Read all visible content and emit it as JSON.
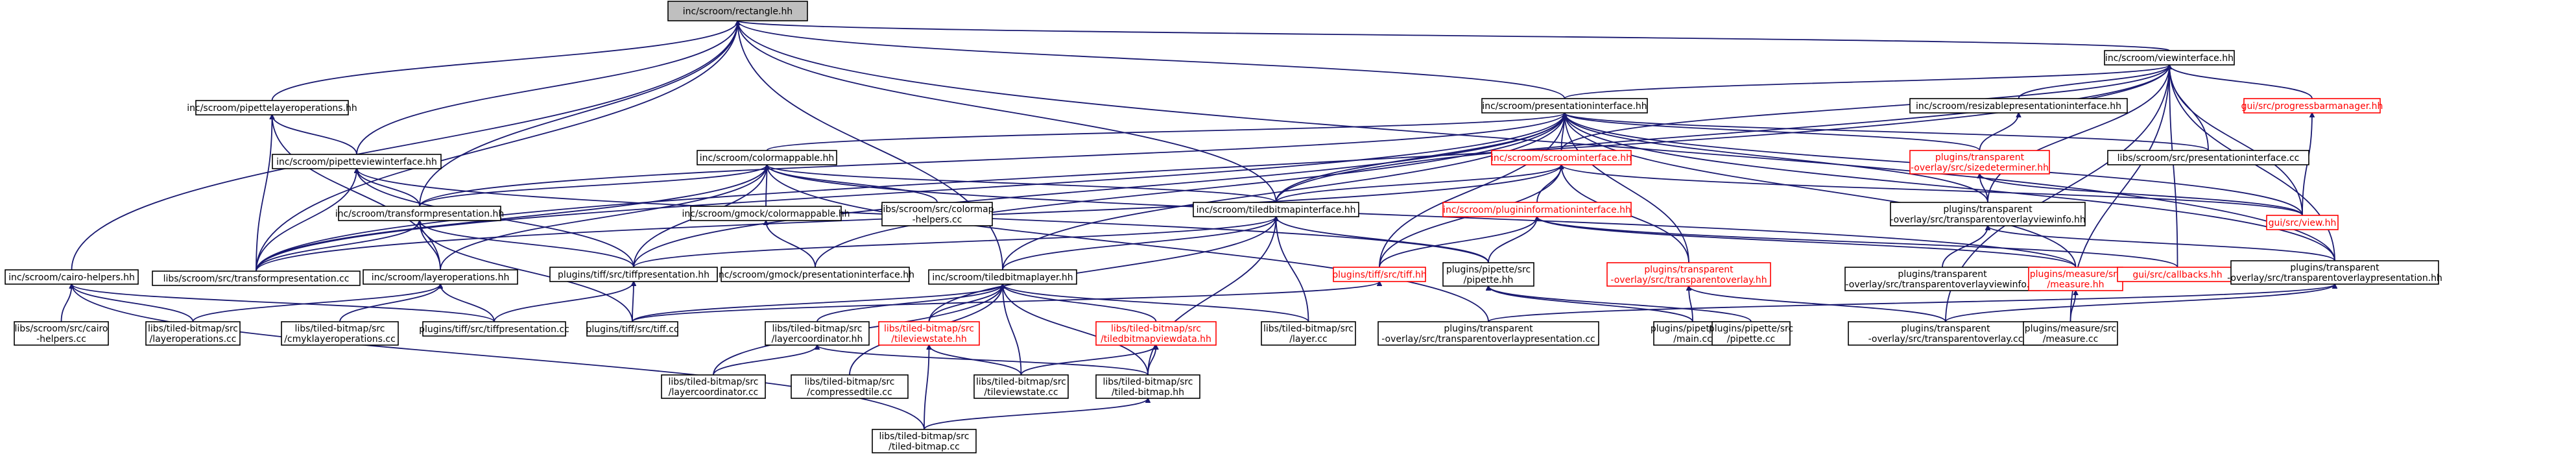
{
  "diagram": {
    "type": "include-dependency-graph",
    "nodes": [
      {
        "id": "rect",
        "lines": [
          "inc/scroom/rectangle.hh"
        ],
        "selected": true
      },
      {
        "id": "vi",
        "lines": [
          "inc/scroom/viewinterface.hh"
        ]
      },
      {
        "id": "cairo",
        "lines": [
          "inc/scroom/cairo-helpers.hh"
        ]
      },
      {
        "id": "pipop",
        "lines": [
          "inc/scroom/pipettelayeroperations.hh"
        ]
      },
      {
        "id": "pvi",
        "lines": [
          "inc/scroom/pipetteviewinterface.hh"
        ]
      },
      {
        "id": "pi",
        "lines": [
          "inc/scroom/presentationinterface.hh"
        ]
      },
      {
        "id": "rpi",
        "lines": [
          "inc/scroom/resizablepresentationinterface.hh"
        ]
      },
      {
        "id": "pbm",
        "lines": [
          "gui/src/progressbarmanager.hh"
        ],
        "red": true
      },
      {
        "id": "sizedet",
        "lines": [
          "plugins/transparent",
          "-overlay/src/sizedeterminer.hh"
        ],
        "red": true
      },
      {
        "id": "lsp",
        "lines": [
          "libs/scroom/src/presentationinterface.cc"
        ]
      },
      {
        "id": "cm",
        "lines": [
          "inc/scroom/colormappable.hh"
        ]
      },
      {
        "id": "si",
        "lines": [
          "inc/scroom/scroominterface.hh"
        ],
        "red": true
      },
      {
        "id": "gview",
        "lines": [
          "gui/src/view.hh"
        ],
        "red": true
      },
      {
        "id": "tp",
        "lines": [
          "inc/scroom/transformpresentation.hh"
        ]
      },
      {
        "id": "gcm",
        "lines": [
          "inc/scroom/gmock/colormappable.hh"
        ]
      },
      {
        "id": "cmh",
        "lines": [
          "libs/scroom/src/colormap",
          "-helpers.cc"
        ]
      },
      {
        "id": "tbi",
        "lines": [
          "inc/scroom/tiledbitmapinterface.hh"
        ]
      },
      {
        "id": "pii",
        "lines": [
          "inc/scroom/plugininformationinterface.hh"
        ],
        "red": true
      },
      {
        "id": "tovi",
        "lines": [
          "plugins/transparent",
          "-overlay/src/transparentoverlayviewinfo.hh"
        ]
      },
      {
        "id": "ltp",
        "lines": [
          "libs/scroom/src/transformpresentation.cc"
        ]
      },
      {
        "id": "tiffp",
        "lines": [
          "plugins/tiff/src/tiffpresentation.hh"
        ]
      },
      {
        "id": "gpi",
        "lines": [
          "inc/scroom/gmock/presentationinterface.hh"
        ]
      },
      {
        "id": "tiff",
        "lines": [
          "plugins/tiff/src/tiff.hh"
        ],
        "red": true
      },
      {
        "id": "pip",
        "lines": [
          "plugins/pipette/src",
          "/pipette.hh"
        ]
      },
      {
        "id": "tocc",
        "lines": [
          "plugins/transparent",
          "-overlay/src/transparentoverlay.hh"
        ],
        "red": true
      },
      {
        "id": "toviC",
        "lines": [
          "plugins/transparent",
          "-overlay/src/transparentoverlayviewinfo.cc"
        ]
      },
      {
        "id": "meas",
        "lines": [
          "plugins/measure/src",
          "/measure.hh"
        ],
        "red": true
      },
      {
        "id": "gcb",
        "lines": [
          "gui/src/callbacks.hh"
        ],
        "red": true
      },
      {
        "id": "top",
        "lines": [
          "plugins/transparent",
          "-overlay/src/transparentoverlaypresentation.hh"
        ]
      },
      {
        "id": "lcairo",
        "lines": [
          "libs/scroom/src/cairo",
          "-helpers.cc"
        ]
      },
      {
        "id": "lo",
        "lines": [
          "inc/scroom/layeroperations.hh"
        ]
      },
      {
        "id": "tbl",
        "lines": [
          "inc/scroom/tiledbitmaplayer.hh"
        ]
      },
      {
        "id": "llo",
        "lines": [
          "libs/tiled-bitmap/src",
          "/layeroperations.cc"
        ]
      },
      {
        "id": "lcmyk",
        "lines": [
          "libs/tiled-bitmap/src",
          "/cmyklayeroperations.cc"
        ]
      },
      {
        "id": "tiffpc",
        "lines": [
          "plugins/tiff/src/tiffpresentation.cc"
        ]
      },
      {
        "id": "tiffc",
        "lines": [
          "plugins/tiff/src/tiff.cc"
        ]
      },
      {
        "id": "lcoh",
        "lines": [
          "libs/tiled-bitmap/src",
          "/layercoordinator.hh"
        ]
      },
      {
        "id": "tvs",
        "lines": [
          "libs/tiled-bitmap/src",
          "/tileviewstate.hh"
        ],
        "red": true
      },
      {
        "id": "tbvd",
        "lines": [
          "libs/tiled-bitmap/src",
          "/tiledbitmapviewdata.hh"
        ],
        "red": true
      },
      {
        "id": "llay",
        "lines": [
          "libs/tiled-bitmap/src",
          "/layer.cc"
        ]
      },
      {
        "id": "topc",
        "lines": [
          "plugins/transparent",
          "-overlay/src/transparentoverlaypresentation.cc"
        ]
      },
      {
        "id": "pmain",
        "lines": [
          "plugins/pipette/src",
          "/main.cc"
        ]
      },
      {
        "id": "ppc",
        "lines": [
          "plugins/pipette/src",
          "/pipette.cc"
        ]
      },
      {
        "id": "tocc2",
        "lines": [
          "plugins/transparent",
          "-overlay/src/transparentoverlay.cc"
        ]
      },
      {
        "id": "measc",
        "lines": [
          "plugins/measure/src",
          "/measure.cc"
        ]
      },
      {
        "id": "lcoc",
        "lines": [
          "libs/tiled-bitmap/src",
          "/layercoordinator.cc"
        ]
      },
      {
        "id": "ctile",
        "lines": [
          "libs/tiled-bitmap/src",
          "/compressedtile.cc"
        ]
      },
      {
        "id": "tvsc",
        "lines": [
          "libs/tiled-bitmap/src",
          "/tileviewstate.cc"
        ]
      },
      {
        "id": "tbh",
        "lines": [
          "libs/tiled-bitmap/src",
          "/tiled-bitmap.hh"
        ]
      },
      {
        "id": "tbc",
        "lines": [
          "libs/tiled-bitmap/src",
          "/tiled-bitmap.cc"
        ]
      }
    ],
    "edges": [
      [
        "rect",
        "vi"
      ],
      [
        "rect",
        "cairo"
      ],
      [
        "rect",
        "pipop"
      ],
      [
        "rect",
        "pvi"
      ],
      [
        "rect",
        "pi"
      ],
      [
        "rect",
        "tp"
      ],
      [
        "rect",
        "tbi"
      ],
      [
        "rect",
        "tbl"
      ],
      [
        "rect",
        "ltp"
      ],
      [
        "rect",
        "top"
      ],
      [
        "vi",
        "pi"
      ],
      [
        "vi",
        "rpi"
      ],
      [
        "vi",
        "pbm"
      ],
      [
        "vi",
        "lsp"
      ],
      [
        "vi",
        "si"
      ],
      [
        "vi",
        "gview"
      ],
      [
        "vi",
        "tbi"
      ],
      [
        "vi",
        "tovi"
      ],
      [
        "vi",
        "gcb"
      ],
      [
        "vi",
        "top"
      ],
      [
        "vi",
        "measc"
      ],
      [
        "vi",
        "tocc2"
      ],
      [
        "vi",
        "ltp"
      ],
      [
        "cairo",
        "lcairo"
      ],
      [
        "cairo",
        "llo"
      ],
      [
        "cairo",
        "tiffpc"
      ],
      [
        "cairo",
        "tbc"
      ],
      [
        "pipop",
        "pvi"
      ],
      [
        "pipop",
        "lo"
      ],
      [
        "pipop",
        "ltp"
      ],
      [
        "pvi",
        "tp"
      ],
      [
        "pvi",
        "pip"
      ],
      [
        "pvi",
        "ltp"
      ],
      [
        "pvi",
        "tiffp"
      ],
      [
        "pi",
        "cm"
      ],
      [
        "pi",
        "si"
      ],
      [
        "pi",
        "tp"
      ],
      [
        "pi",
        "tbi"
      ],
      [
        "pi",
        "gview"
      ],
      [
        "pi",
        "sizedet"
      ],
      [
        "pi",
        "lsp"
      ],
      [
        "pi",
        "gpi"
      ],
      [
        "pi",
        "tovi"
      ],
      [
        "pi",
        "tocc"
      ],
      [
        "pi",
        "meas"
      ],
      [
        "pi",
        "top"
      ],
      [
        "pi",
        "tiffp"
      ],
      [
        "pi",
        "tbl"
      ],
      [
        "pi",
        "ltp"
      ],
      [
        "pi",
        "tiff"
      ],
      [
        "rpi",
        "sizedet"
      ],
      [
        "pbm",
        "gview"
      ],
      [
        "sizedet",
        "tovi"
      ],
      [
        "sizedet",
        "gview"
      ],
      [
        "cm",
        "tp"
      ],
      [
        "cm",
        "gcm"
      ],
      [
        "cm",
        "cmh"
      ],
      [
        "cm",
        "tbi"
      ],
      [
        "cm",
        "tiffp"
      ],
      [
        "cm",
        "lo"
      ],
      [
        "cm",
        "ltp"
      ],
      [
        "cm",
        "topc"
      ],
      [
        "cm",
        "meas"
      ],
      [
        "si",
        "pii"
      ],
      [
        "si",
        "tbi"
      ],
      [
        "si",
        "gview"
      ],
      [
        "si",
        "tiff"
      ],
      [
        "si",
        "tocc"
      ],
      [
        "si",
        "ltp"
      ],
      [
        "tp",
        "ltp"
      ],
      [
        "tp",
        "tiffp"
      ],
      [
        "tp",
        "tiffc"
      ],
      [
        "tp",
        "lo"
      ],
      [
        "gcm",
        "gpi"
      ],
      [
        "tbi",
        "tbl"
      ],
      [
        "tbi",
        "tiffp"
      ],
      [
        "tbi",
        "tvs"
      ],
      [
        "tbi",
        "tbh"
      ],
      [
        "tbi",
        "llay"
      ],
      [
        "tbi",
        "pip"
      ],
      [
        "pii",
        "tiff"
      ],
      [
        "pii",
        "pip"
      ],
      [
        "pii",
        "meas"
      ],
      [
        "pii",
        "gcb"
      ],
      [
        "tovi",
        "toviC"
      ],
      [
        "tovi",
        "top"
      ],
      [
        "tiffp",
        "tiffpc"
      ],
      [
        "tiffp",
        "tiffc"
      ],
      [
        "tiff",
        "tiffc"
      ],
      [
        "pip",
        "pmain"
      ],
      [
        "pip",
        "ppc"
      ],
      [
        "tocc",
        "pmain"
      ],
      [
        "tocc",
        "tocc2"
      ],
      [
        "meas",
        "measc"
      ],
      [
        "top",
        "topc"
      ],
      [
        "top",
        "tocc2"
      ],
      [
        "lo",
        "llo"
      ],
      [
        "lo",
        "lcmyk"
      ],
      [
        "lo",
        "tiffpc"
      ],
      [
        "tbl",
        "lcoh"
      ],
      [
        "tbl",
        "tvs"
      ],
      [
        "tbl",
        "tbvd"
      ],
      [
        "tbl",
        "llay"
      ],
      [
        "tbl",
        "tiffc"
      ],
      [
        "tbl",
        "tvsc"
      ],
      [
        "tbl",
        "tbh"
      ],
      [
        "tbl",
        "ctile"
      ],
      [
        "tbl",
        "lcoc"
      ],
      [
        "lcoh",
        "lcoc"
      ],
      [
        "lcoh",
        "tbh"
      ],
      [
        "tvs",
        "tvsc"
      ],
      [
        "tvs",
        "tbc"
      ],
      [
        "tbvd",
        "tbh"
      ],
      [
        "tbvd",
        "tvsc"
      ],
      [
        "tbh",
        "tbc"
      ]
    ]
  }
}
